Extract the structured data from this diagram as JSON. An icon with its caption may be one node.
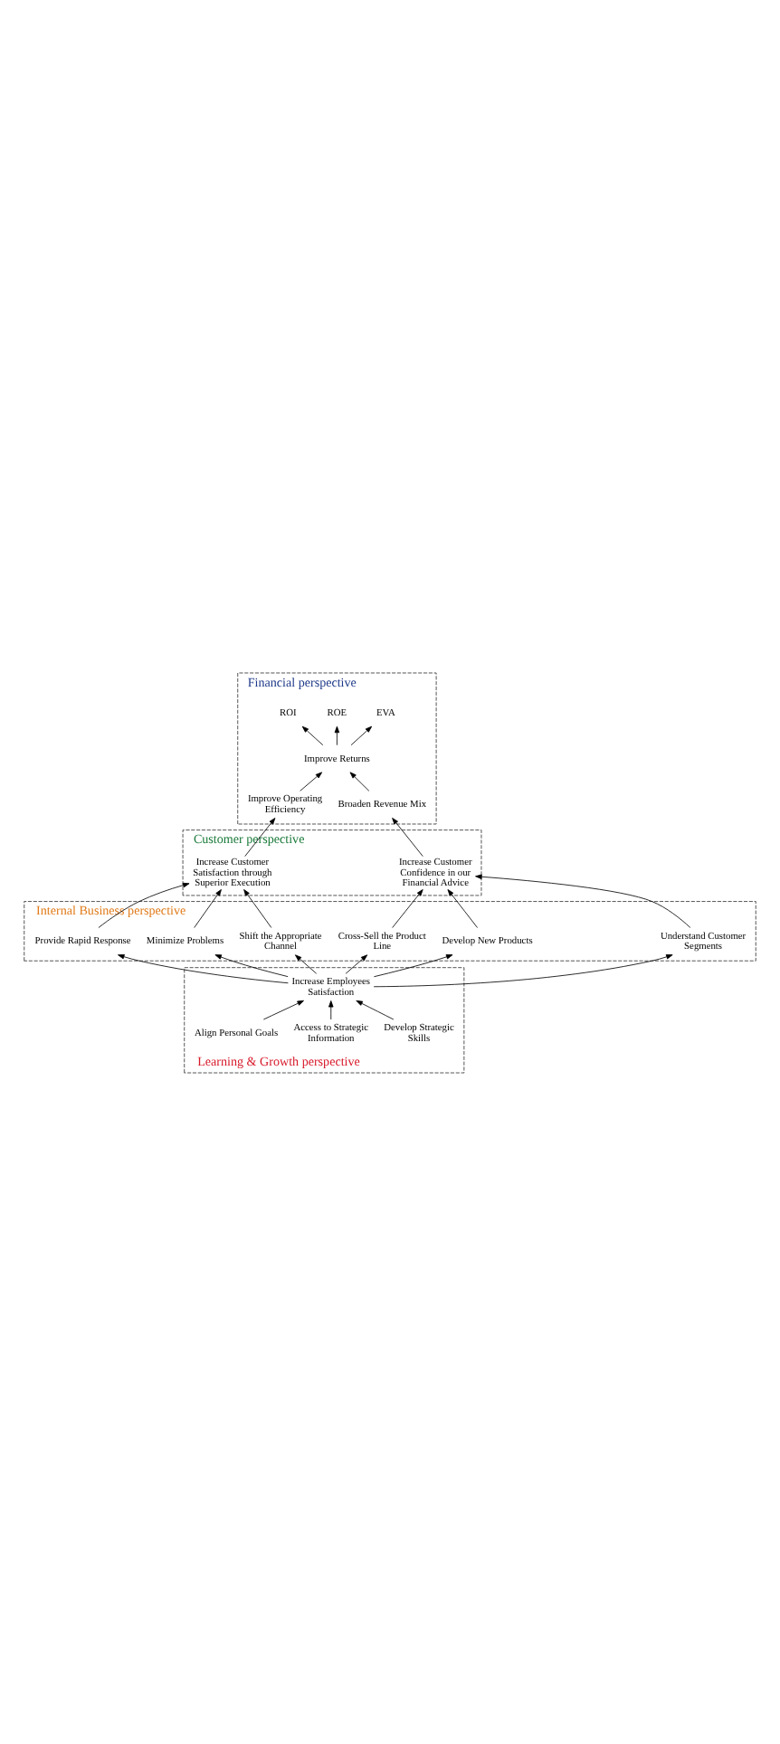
{
  "diagram": {
    "nodes": [
      {
        "text": [
          "Financial perspective"
        ]
      },
      {
        "text": [
          "ROI"
        ],
        "in": 0
      },
      {
        "text": [
          "ROE"
        ],
        "in": 0
      },
      {
        "text": [
          "EVA"
        ],
        "in": 0
      },
      {
        "text": [
          "Improve Returns"
        ],
        "in": 0
      },
      {
        "text": [
          "Broaden Revenue Mix"
        ],
        "in": 0
      },
      {
        "text": [
          "Improve Operating Efficiency"
        ],
        "in": 0
      },
      {
        "text": [
          "Customer perspective"
        ]
      },
      {
        "text": [
          "Increase Customer Confidence in our Financial Advice"
        ],
        "in": 7
      },
      {
        "text": [
          "Increase Customer Satisfaction through Superior Execution"
        ],
        "in": 7
      },
      {
        "text": [
          "Internal Business perspective"
        ]
      },
      {
        "text": [
          "Understand Customer Segments"
        ],
        "in": 10
      },
      {
        "text": [
          "Develop New Products"
        ],
        "in": 10
      },
      {
        "text": [
          "Cross-Sell the Product Line"
        ],
        "in": 10
      },
      {
        "text": [
          "Shift the Appropriate Channel"
        ],
        "in": 10
      },
      {
        "text": [
          "Minimize Problems"
        ],
        "in": 10
      },
      {
        "text": [
          "Provide Rapid Response"
        ],
        "in": 10
      },
      {
        "text": [
          "Learning & Growth perspective"
        ]
      },
      {
        "text": [
          "Increase Employees Satisfaction"
        ],
        "in": 17
      },
      {
        "text": [
          "Develop Strategic Skills"
        ],
        "in": 17
      },
      {
        "text": [
          "Access to Strategic Information"
        ],
        "in": 17
      },
      {
        "text": [
          "Align Personal Goals"
        ],
        "in": 17
      }
    ],
    "edges": [
      {
        "from": 4,
        "to": 1,
        "arrow": "to"
      },
      {
        "from": 4,
        "to": 2,
        "arrow": "to"
      },
      {
        "from": 4,
        "to": 3,
        "arrow": "to"
      },
      {
        "from": 5,
        "to": 4,
        "arrow": "to"
      },
      {
        "from": 6,
        "to": 4,
        "arrow": "to"
      },
      {
        "from": 8,
        "to": 5,
        "arrow": "to"
      },
      {
        "from": 9,
        "to": 6,
        "arrow": "to"
      },
      {
        "from": 11,
        "to": 8,
        "arrow": "to"
      },
      {
        "from": 12,
        "to": 8,
        "arrow": "to"
      },
      {
        "from": 13,
        "to": 8,
        "arrow": "to"
      },
      {
        "from": 14,
        "to": 9,
        "arrow": "to"
      },
      {
        "from": 15,
        "to": 9,
        "arrow": "to"
      },
      {
        "from": 16,
        "to": 9,
        "arrow": "to"
      },
      {
        "from": 18,
        "to": 11,
        "arrow": "to"
      },
      {
        "from": 18,
        "to": 12,
        "arrow": "to"
      },
      {
        "from": 18,
        "to": 13,
        "arrow": "to"
      },
      {
        "from": 18,
        "to": 14,
        "arrow": "to"
      },
      {
        "from": 18,
        "to": 15,
        "arrow": "to"
      },
      {
        "from": 18,
        "to": 16,
        "arrow": "to"
      },
      {
        "from": 19,
        "to": 18,
        "arrow": "to"
      },
      {
        "from": 20,
        "to": 18,
        "arrow": "to"
      },
      {
        "from": 21,
        "to": 18,
        "arrow": "to"
      }
    ]
  }
}
